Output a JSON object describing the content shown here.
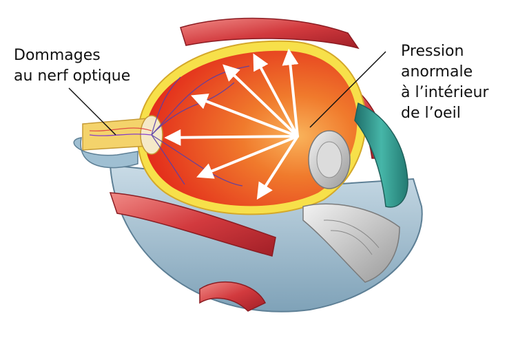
{
  "labels": {
    "optic_nerve_damage": [
      "Dommages",
      "au nerf optique"
    ],
    "abnormal_pressure": [
      "Pression",
      "anormale",
      "à l’intérieur",
      "de l’oeil"
    ]
  },
  "colors": {
    "interior_red": "#e8331c",
    "interior_orange": "#f5a04a",
    "retina_yellow": "#f7e04a",
    "sclera_blue": "#a9c4d4",
    "muscle_red": "#d8464a",
    "iris_teal": "#3aa59b",
    "lens_gray": "#c9c9c9",
    "arrow_white": "#ffffff",
    "vessel_blue": "#5a3fa8"
  },
  "icons": [
    "eyeball-cross-section",
    "pressure-arrows",
    "optic-nerve"
  ]
}
